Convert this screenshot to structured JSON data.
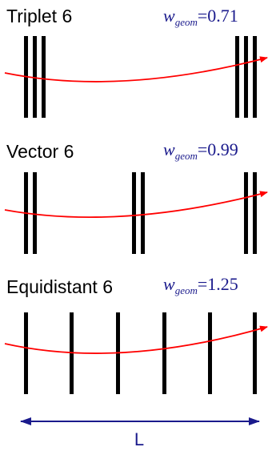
{
  "colors": {
    "detector_plane": "#000000",
    "track": "#ff0000",
    "weight_text": "#1a1a8c",
    "length_arrow": "#1a1a8c",
    "background": "#ffffff"
  },
  "panels": [
    {
      "title": "Triplet 6",
      "weight_symbol": "w",
      "weight_subscript": "geom",
      "weight_equals": "=",
      "weight_value": "0.71"
    },
    {
      "title": "Vector 6",
      "weight_symbol": "w",
      "weight_subscript": "geom",
      "weight_equals": "=",
      "weight_value": "0.99"
    },
    {
      "title": "Equidistant 6",
      "weight_symbol": "w",
      "weight_subscript": "geom",
      "weight_equals": "=",
      "weight_value": "1.25"
    }
  ],
  "length_label": "L"
}
